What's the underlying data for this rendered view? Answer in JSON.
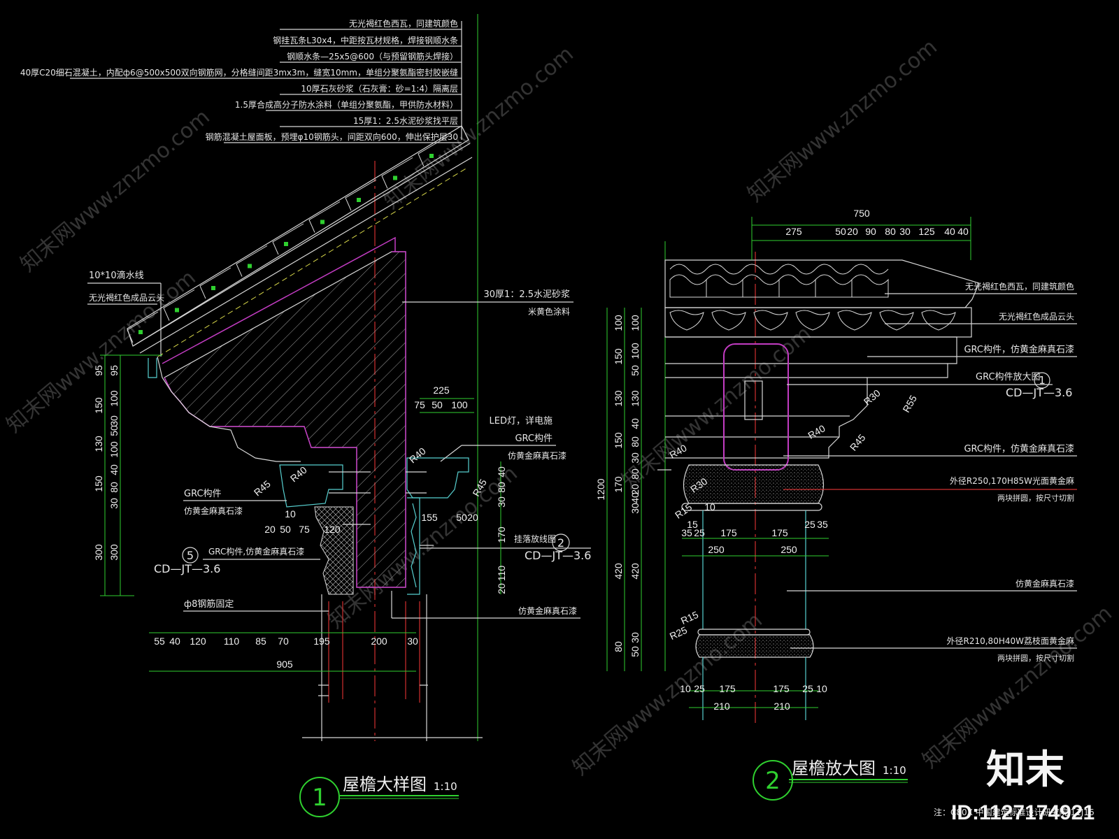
{
  "left_notes": [
    "无光褐红色西瓦，同建筑颜色",
    "钢挂瓦条L30x4，中距按瓦材规格，焊接钢顺水条",
    "钢顺水条—25x5@600（与预留钢筋头焊接）",
    "40厚C20细石混凝土，内配ф6@500x500双向钢筋网，分格缝间距3mx3m，缝宽10mm，单组分聚氨酯密封胶嵌缝",
    "10厚石灰砂浆（石灰膏：砂=1:4）隔离层",
    "1.5厚合成高分子防水涂料（单组分聚氨酯，甲供防水材料）",
    "15厚1：2.5水泥砂浆找平层",
    "钢筋混凝土屋面板，预埋φ10钢筋头，间距双向600，伸出保护层30"
  ],
  "left_side_labels": {
    "drip": "10*10滴水线",
    "cloud": "无光褐红色成品云头",
    "plaster1": "30厚1：2.5水泥砂浆",
    "plaster2": "米黄色涂料",
    "led": "LED灯，详电施",
    "grc_r1": "GRC构件",
    "grc_r2": "仿黄金麻真石漆",
    "grc_l1": "GRC构件",
    "grc_l2": "仿黄金麻真石漆",
    "grc_l3": "GRC构件,仿黄金麻真石漆",
    "steel": "ф8钢筋固定",
    "stone": "仿黄金麻真石漆",
    "enlarge": "挂落放线图",
    "ref5_num": "5",
    "ref5_code": "CD—JT—3.6",
    "ref2_num": "2",
    "ref2_code": "CD—JT—3.6"
  },
  "left_dims": {
    "top": [
      "225"
    ],
    "top_sub": [
      "75",
      "50",
      "100"
    ],
    "r40a": "R40",
    "r40b": "R40",
    "r45a": "R45",
    "r45b": "R45",
    "left_outer": [
      "95",
      "150",
      "130",
      "150",
      "300"
    ],
    "left_inner": [
      "95",
      "100",
      "30",
      "50",
      "100",
      "40",
      "80",
      "30",
      "300"
    ],
    "right_v": [
      "40",
      "80",
      "30",
      "170",
      "110",
      "20"
    ],
    "mid": [
      "10",
      "20",
      "50",
      "75",
      "120"
    ],
    "right_mid": [
      "155",
      "50",
      "20"
    ],
    "bottom": [
      "55",
      "40",
      "120",
      "110",
      "85",
      "70",
      "195",
      "200",
      "30"
    ],
    "total": "905"
  },
  "right_notes": [
    "无光褐红色西瓦，同建筑颜色",
    "无光褐红色成品云头",
    "GRC构件，仿黄金麻真石漆",
    "GRC构件放大图",
    "GRC构件，仿黄金麻真石漆",
    "外径R250,170H85W光面黄金麻",
    "两块拼圆，按尺寸切割",
    "仿黄金麻真石漆",
    "外径R210,80H40W荔枝面黄金麻",
    "两块拼圆，按尺寸切割"
  ],
  "right_ref": {
    "num": "1",
    "code": "CD—JT—3.6"
  },
  "right_dims": {
    "top_total": "750",
    "top": [
      "275",
      "50",
      "20",
      "90",
      "80",
      "30",
      "125",
      "40",
      "40"
    ],
    "left_total": "1200",
    "left_outer": [
      "100",
      "150",
      "130",
      "150",
      "170",
      "420",
      "80"
    ],
    "left_inner": [
      "100",
      "100",
      "50",
      "130",
      "40",
      "80",
      "30",
      "80",
      "20",
      "40",
      "30",
      "420",
      "30",
      "50"
    ],
    "radii": [
      "R30",
      "R55",
      "R40",
      "R45",
      "R40",
      "R30",
      "R15",
      "R15",
      "R25"
    ],
    "mid1": [
      "15",
      "35",
      "25",
      "175",
      "175",
      "25",
      "35"
    ],
    "mid1b": [
      "250",
      "250"
    ],
    "bot1": [
      "10",
      "25",
      "175",
      "175",
      "25",
      "10"
    ],
    "bot1b": [
      "210",
      "210"
    ],
    "ten": "10"
  },
  "titles": {
    "left_num": "1",
    "left_title": "屋檐大样图",
    "left_scale": "1:10",
    "right_num": "2",
    "right_title": "屋檐放大图",
    "right_scale": "1:10"
  },
  "footer": {
    "note": "注：C80X  中国建筑标准设计研究院 11J16",
    "brand": "知末",
    "id": "ID:1127174921"
  },
  "watermark": "知末网www.znzmo.com"
}
